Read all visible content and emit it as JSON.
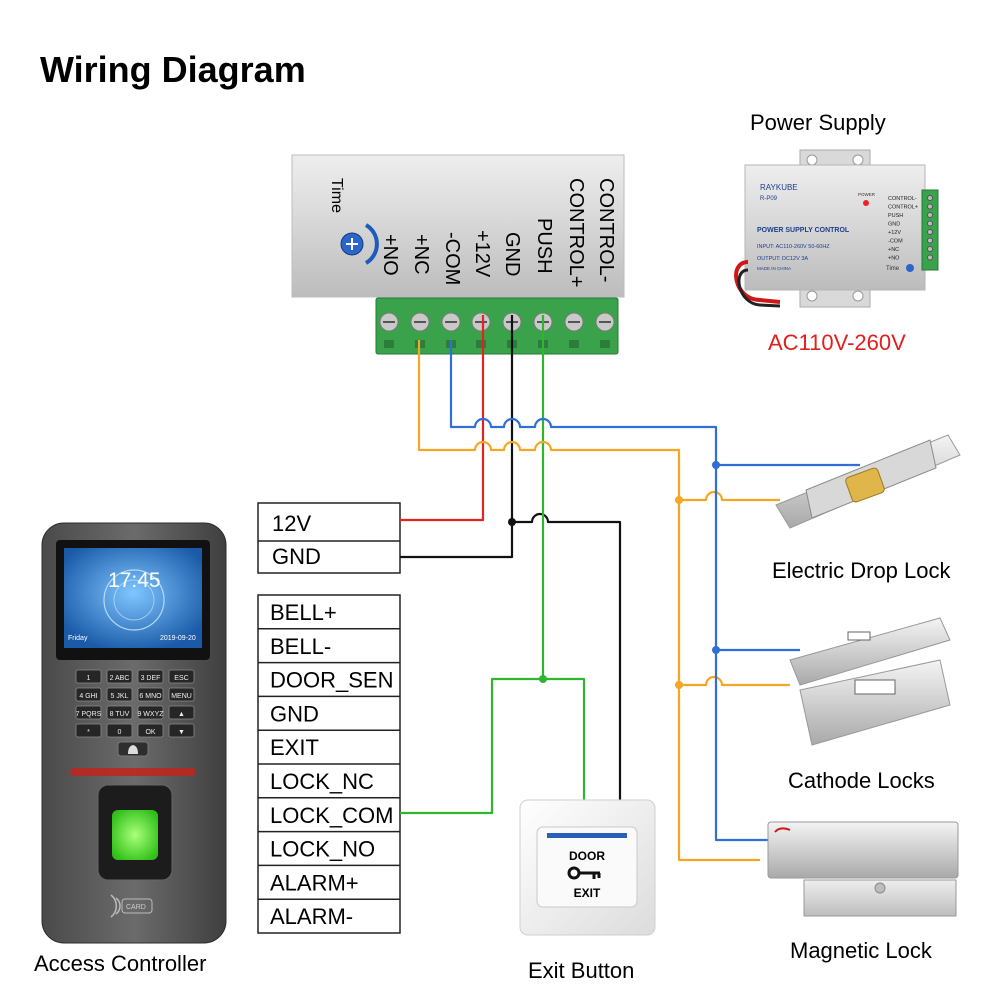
{
  "title": "Wiring Diagram",
  "power_supply": {
    "label": "Power Supply",
    "ac_input": "AC110V-260V",
    "terminals": [
      "+NO",
      "+NC",
      "-COM",
      "+12V",
      "GND",
      "PUSH",
      "CONTROL+",
      "CONTROL-"
    ],
    "time_label": "Time",
    "photo": {
      "brand": "RAYKUBE",
      "model": "R-P09",
      "heading": "POWER SUPPLY CONTROL",
      "input": "INPUT: AC110-260V 50-60HZ",
      "output": "OUTPUT: DC12V  3A",
      "made_in": "MADE IN CHINA",
      "power": "POWER",
      "time": "Time",
      "terminals": [
        "CONTROL-",
        "CONTROL+",
        "PUSH",
        "GND",
        "+12V",
        "-COM",
        "+NC",
        "+NO"
      ]
    }
  },
  "controller": {
    "label": "Access Controller",
    "power_terminals": [
      "12V",
      "GND"
    ],
    "terminals": [
      "BELL+",
      "BELL-",
      "DOOR_SEN",
      "GND",
      "EXIT",
      "LOCK_NC",
      "LOCK_COM",
      "LOCK_NO",
      "ALARM+",
      "ALARM-"
    ],
    "screen_time": "17:45",
    "screen_day": "Friday",
    "screen_date": "2019-09-20",
    "card_label": "CARD",
    "keys": [
      {
        "digit": "1",
        "sub": ""
      },
      {
        "digit": "2",
        "sub": "ABC"
      },
      {
        "digit": "3",
        "sub": "DEF"
      },
      {
        "digit": "ESC",
        "sub": ""
      },
      {
        "digit": "4",
        "sub": "GHI"
      },
      {
        "digit": "5",
        "sub": "JKL"
      },
      {
        "digit": "6",
        "sub": "MNO"
      },
      {
        "digit": "MENU",
        "sub": ""
      },
      {
        "digit": "7",
        "sub": "PQRS"
      },
      {
        "digit": "8",
        "sub": "TUV"
      },
      {
        "digit": "9",
        "sub": "WXYZ"
      },
      {
        "digit": "▲",
        "sub": ""
      },
      {
        "digit": "*",
        "sub": ""
      },
      {
        "digit": "0",
        "sub": ""
      },
      {
        "digit": "OK",
        "sub": ""
      },
      {
        "digit": "▼",
        "sub": ""
      }
    ]
  },
  "exit_button": {
    "label": "Exit Button",
    "text_top": "DOOR",
    "text_bottom": "EXIT"
  },
  "locks": [
    {
      "label": "Electric Drop Lock"
    },
    {
      "label": "Cathode Locks"
    },
    {
      "label": "Magnetic Lock"
    }
  ],
  "colors": {
    "red": "#e02424",
    "black": "#111111",
    "blue": "#2f6fd6",
    "orange": "#f5a623",
    "green": "#2fb52f",
    "ac_text": "#e31e1e"
  },
  "icons": [
    "clock-icon",
    "key-icon",
    "fingerprint-icon",
    "card-icon",
    "bell-icon"
  ]
}
